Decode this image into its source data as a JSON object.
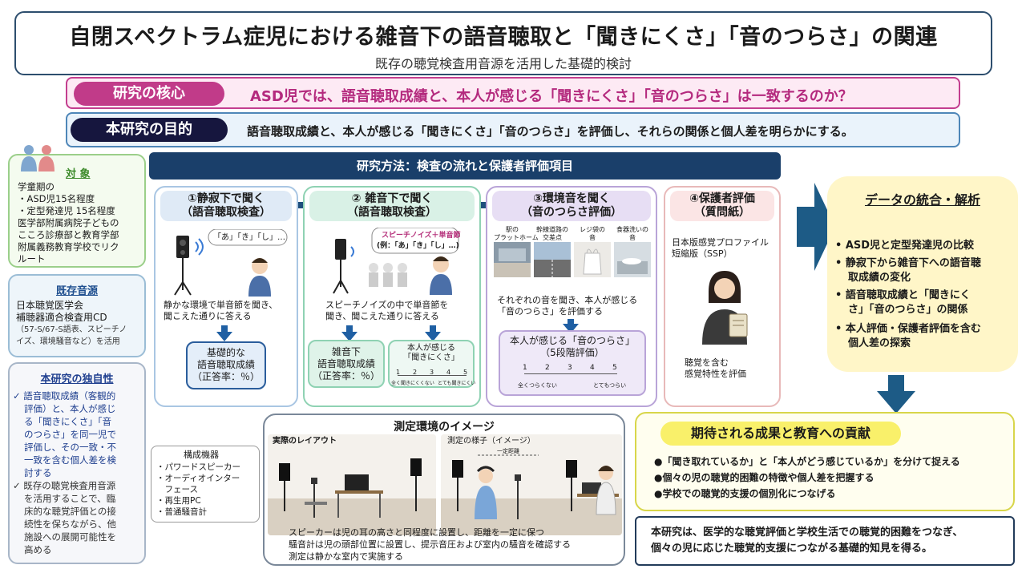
{
  "header": {
    "title": "自閉スペクトラム症児における雑音下の語音聴取と「聞きにくさ」「音のつらさ」の関連",
    "subtitle": "既存の聴覚検査用音源を活用した基礎的検討"
  },
  "core": {
    "label": "研究の核心",
    "text": "ASD児では、語音聴取成績と、本人が感じる「聞きにくさ」「音のつらさ」は一致するのか？"
  },
  "purpose": {
    "label": "本研究の目的",
    "text": "語音聴取成績と、本人が感じる「聞きにくさ」「音のつらさ」を評価し、それらの関係と個人差を明らかにする。"
  },
  "subject": {
    "title": "対 象",
    "lines": [
      "学童期の",
      "・ASD児15名程度",
      "・定型発達児 15名程度",
      "医学部附属病院子どもの",
      "こころ診療部と教育学部",
      "附属義務教育学校でリク",
      "ルート"
    ]
  },
  "source": {
    "title": "既存音源",
    "lines": [
      "日本聴覚医学会",
      "補聴器適合検査用CD",
      "（57-S/67-S語表、スピーチノ",
      "イズ、環境騒音など）を活用"
    ]
  },
  "uniqueness": {
    "title": "本研究の独自性",
    "lines": [
      "✓ 語音聴取成績（客観的",
      "評価）と、本人が感じ",
      "る「聞きにくさ」「音",
      "のつらさ」を同一児で",
      "評価し、その一致・不",
      "一致を含む個人差を検",
      "討する",
      "✓ 既存の聴覚検査用音源",
      "を活用することで、臨",
      "床的な聴覚評価との接",
      "続性を保ちながら、他",
      "施設への展開可能性を",
      "高める"
    ]
  },
  "method": {
    "banner": "研究方法：検査の流れと保護者評価項目",
    "step1": {
      "head1": "①静寂下で聞く",
      "head2": "（語音聴取検査）",
      "bubble": "「あ」「き」「し」…",
      "desc1": "静かな環境で単音節を聞き、",
      "desc2": "聞こえた通りに答える",
      "result1": "基礎的な",
      "result2": "語音聴取成績",
      "result3": "（正答率：％）"
    },
    "step2": {
      "head1": "② 雑音下で聞く",
      "head2": "（語音聴取検査）",
      "bubble1": "スピーチノイズ＋単音節",
      "bubble2": "(例：「あ」「き」「し」…)",
      "desc1": "スピーチノイズの中で単音節を",
      "desc2": "聞き、聞こえた通りに答える",
      "result1": "雑音下",
      "result2": "語音聴取成績",
      "result3": "（正答率：％）",
      "rating1": "本人が感じる",
      "rating2": "「聞きにくさ」",
      "rating_scale": [
        "1",
        "2",
        "3",
        "4",
        "5"
      ],
      "rating_low": "全く聞きにくくない",
      "rating_high": "とても聞きにくい"
    },
    "step3": {
      "head1": "③環境音を聞く",
      "head2": "（音のつらさ評価）",
      "sounds": [
        {
          "l1": "駅の",
          "l2": "プラットホーム"
        },
        {
          "l1": "幹線道路の",
          "l2": "交差点"
        },
        {
          "l1": "レジ袋の",
          "l2": "音"
        },
        {
          "l1": "食器洗いの",
          "l2": "音"
        }
      ],
      "desc1": "それぞれの音を聞き、本人が感じる",
      "desc2": "「音のつらさ」を評価する",
      "rating1": "本人が感じる「音のつらさ」",
      "rating2": "（5段階評価）",
      "rating_scale": [
        "1",
        "2",
        "3",
        "4",
        "5"
      ],
      "rating_low": "全くつらくない",
      "rating_high": "とてもつらい"
    },
    "step4": {
      "head1": "④保護者評価",
      "head2": "（質問紙）",
      "tool1": "日本版感覚プロファイル",
      "tool2": "短縮版（SSP）",
      "desc1": "聴覚を含む",
      "desc2": "感覚特性を評価"
    }
  },
  "data_integration": {
    "title": "データの統合・解析",
    "items": [
      [
        "ASD児と定型発達児の比較"
      ],
      [
        "静寂下から雑音下への語音聴",
        "取成績の変化"
      ],
      [
        "語音聴取成績と「聞きにく",
        "さ」「音のつらさ」の関係"
      ],
      [
        "本人評価・保護者評価を含む",
        "個人差の探索"
      ]
    ]
  },
  "outcomes": {
    "title": "期待される成果と教育への貢献",
    "items": [
      "●「聞き取れているか」と「本人がどう感じているか」を分けて捉える",
      "●個々の児の聴覚的困難の特徴や個人差を把握する",
      "●学校での聴覚的支援の個別化につなげる"
    ]
  },
  "conclusion": {
    "line1": "本研究は、医学的な聴覚評価と学校生活での聴覚的困難をつなぎ、",
    "line2": "個々の児に応じた聴覚的支援につながる基礎的知見を得る。"
  },
  "devices": {
    "title": "構成機器",
    "items": [
      "・パワードスピーカー",
      "・オーディオインター",
      "　フェース",
      "・再生用PC",
      "・普通騒音計"
    ]
  },
  "environment": {
    "title": "測定環境のイメージ",
    "photo1_label": "実際のレイアウト",
    "photo2_label": "測定の様子（イメージ）",
    "distance_label": "一定距離",
    "notes": [
      "スピーカーは児の耳の高さと同程度に設置し、距離を一定に保つ",
      "騒音計は児の頭部位置に設置し、提示音圧および室内の騒音を確認する",
      "測定は静かな室内で実施する"
    ]
  }
}
